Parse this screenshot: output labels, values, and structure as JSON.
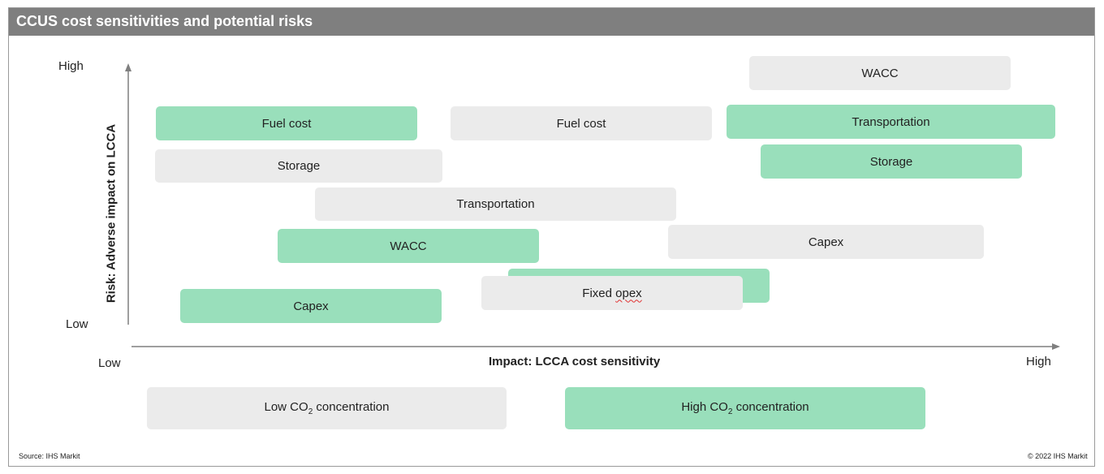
{
  "title": "CCUS cost sensitivities and potential risks",
  "y_axis": {
    "title": "Risk: Adverse impact on LCCA",
    "high": "High",
    "low": "Low"
  },
  "x_axis": {
    "title": "Impact: LCCA cost sensitivity",
    "low": "Low",
    "high": "High"
  },
  "colors": {
    "high_co2": "#99dfbb",
    "low_co2": "#ebebeb",
    "title_bar": "#7f7f7f"
  },
  "boxes": {
    "wacc_high": "WACC",
    "fuel_cost_high": "Fuel cost",
    "fuel_cost_low": "Fuel cost",
    "transportation_high": "Transportation",
    "storage_low": "Storage",
    "storage_high": "Storage",
    "transportation_low": "Transportation",
    "wacc_low": "WACC",
    "capex_low": "Capex",
    "fixed_opex_low": "Fixed",
    "fixed_opex_low_2": "opex",
    "capex_high": "Capex"
  },
  "legend": {
    "low_prefix": "Low CO",
    "low_sub": "2",
    "low_suffix": " concentration",
    "high_prefix": "High CO",
    "high_sub": "2",
    "high_suffix": " concentration"
  },
  "footer": {
    "source": "Source: IHS Markit",
    "copyright": "© 2022 IHS Markit"
  }
}
